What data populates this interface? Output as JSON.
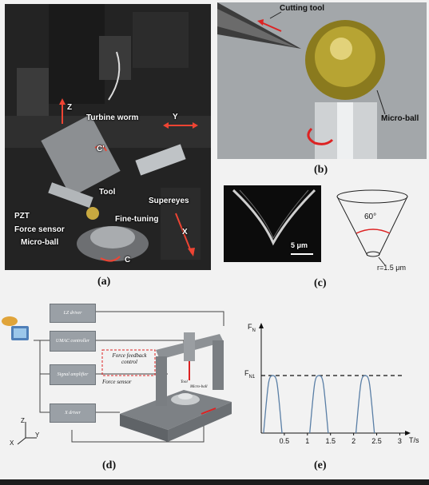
{
  "panels": {
    "a": {
      "caption": "(a)",
      "labels": {
        "z": "Z",
        "turbine_worm": "Turbine worm",
        "y": "Y",
        "c_top": "C'",
        "tool": "Tool",
        "supereyes": "Supereyes",
        "pzt": "PZT",
        "fine_tuning": "Fine-tuning",
        "force_sensor": "Force sensor",
        "x": "X",
        "micro_ball": "Micro-ball",
        "c_bottom": "C"
      }
    },
    "b": {
      "caption": "(b)",
      "labels": {
        "cutting_tool": "Cutting tool",
        "micro_ball": "Micro-ball"
      }
    },
    "c": {
      "caption": "(c)",
      "scale": "5 μm",
      "angle": "60°",
      "radius": "r=1.5 μm"
    },
    "d": {
      "caption": "(d)",
      "boxes": {
        "lz_driver": "LZ driver",
        "umac": "UMAC controller",
        "signal_amp": "Signal amplifier",
        "x_driver": "X driver"
      },
      "feedback": "Force feedback control",
      "force_sensor": "Force sensor",
      "tool": "Tool",
      "micro_ball": "Micro-ball",
      "axes": {
        "x": "X",
        "y": "Y",
        "z": "Z"
      }
    },
    "e": {
      "caption": "(e)",
      "y_label": "F",
      "y_label_sub": "N",
      "threshold_label": "F",
      "threshold_sub": "N1",
      "x_label": "T/s"
    }
  },
  "chart_data": {
    "type": "line",
    "xlabel": "T/s",
    "ylabel": "FN",
    "x_ticks": [
      "0.5",
      "1",
      "1.5",
      "2",
      "2.5",
      "3"
    ],
    "xlim": [
      0,
      3.2
    ],
    "series": [
      {
        "x": [
          0.05,
          0.15,
          0.25,
          0.35,
          0.45,
          1.05,
          1.15,
          1.25,
          1.35,
          1.45,
          2.05,
          2.15,
          2.25,
          2.35,
          2.45
        ],
        "y": [
          0,
          0.62,
          1,
          0.62,
          0,
          0,
          0.62,
          1,
          0.62,
          0,
          0,
          0.62,
          1,
          0.62,
          0
        ]
      }
    ],
    "threshold": {
      "label": "FN1",
      "value": 1,
      "style": "dashed"
    },
    "colors": {
      "curve": "#5a7fa6",
      "axis": "#111111"
    }
  }
}
